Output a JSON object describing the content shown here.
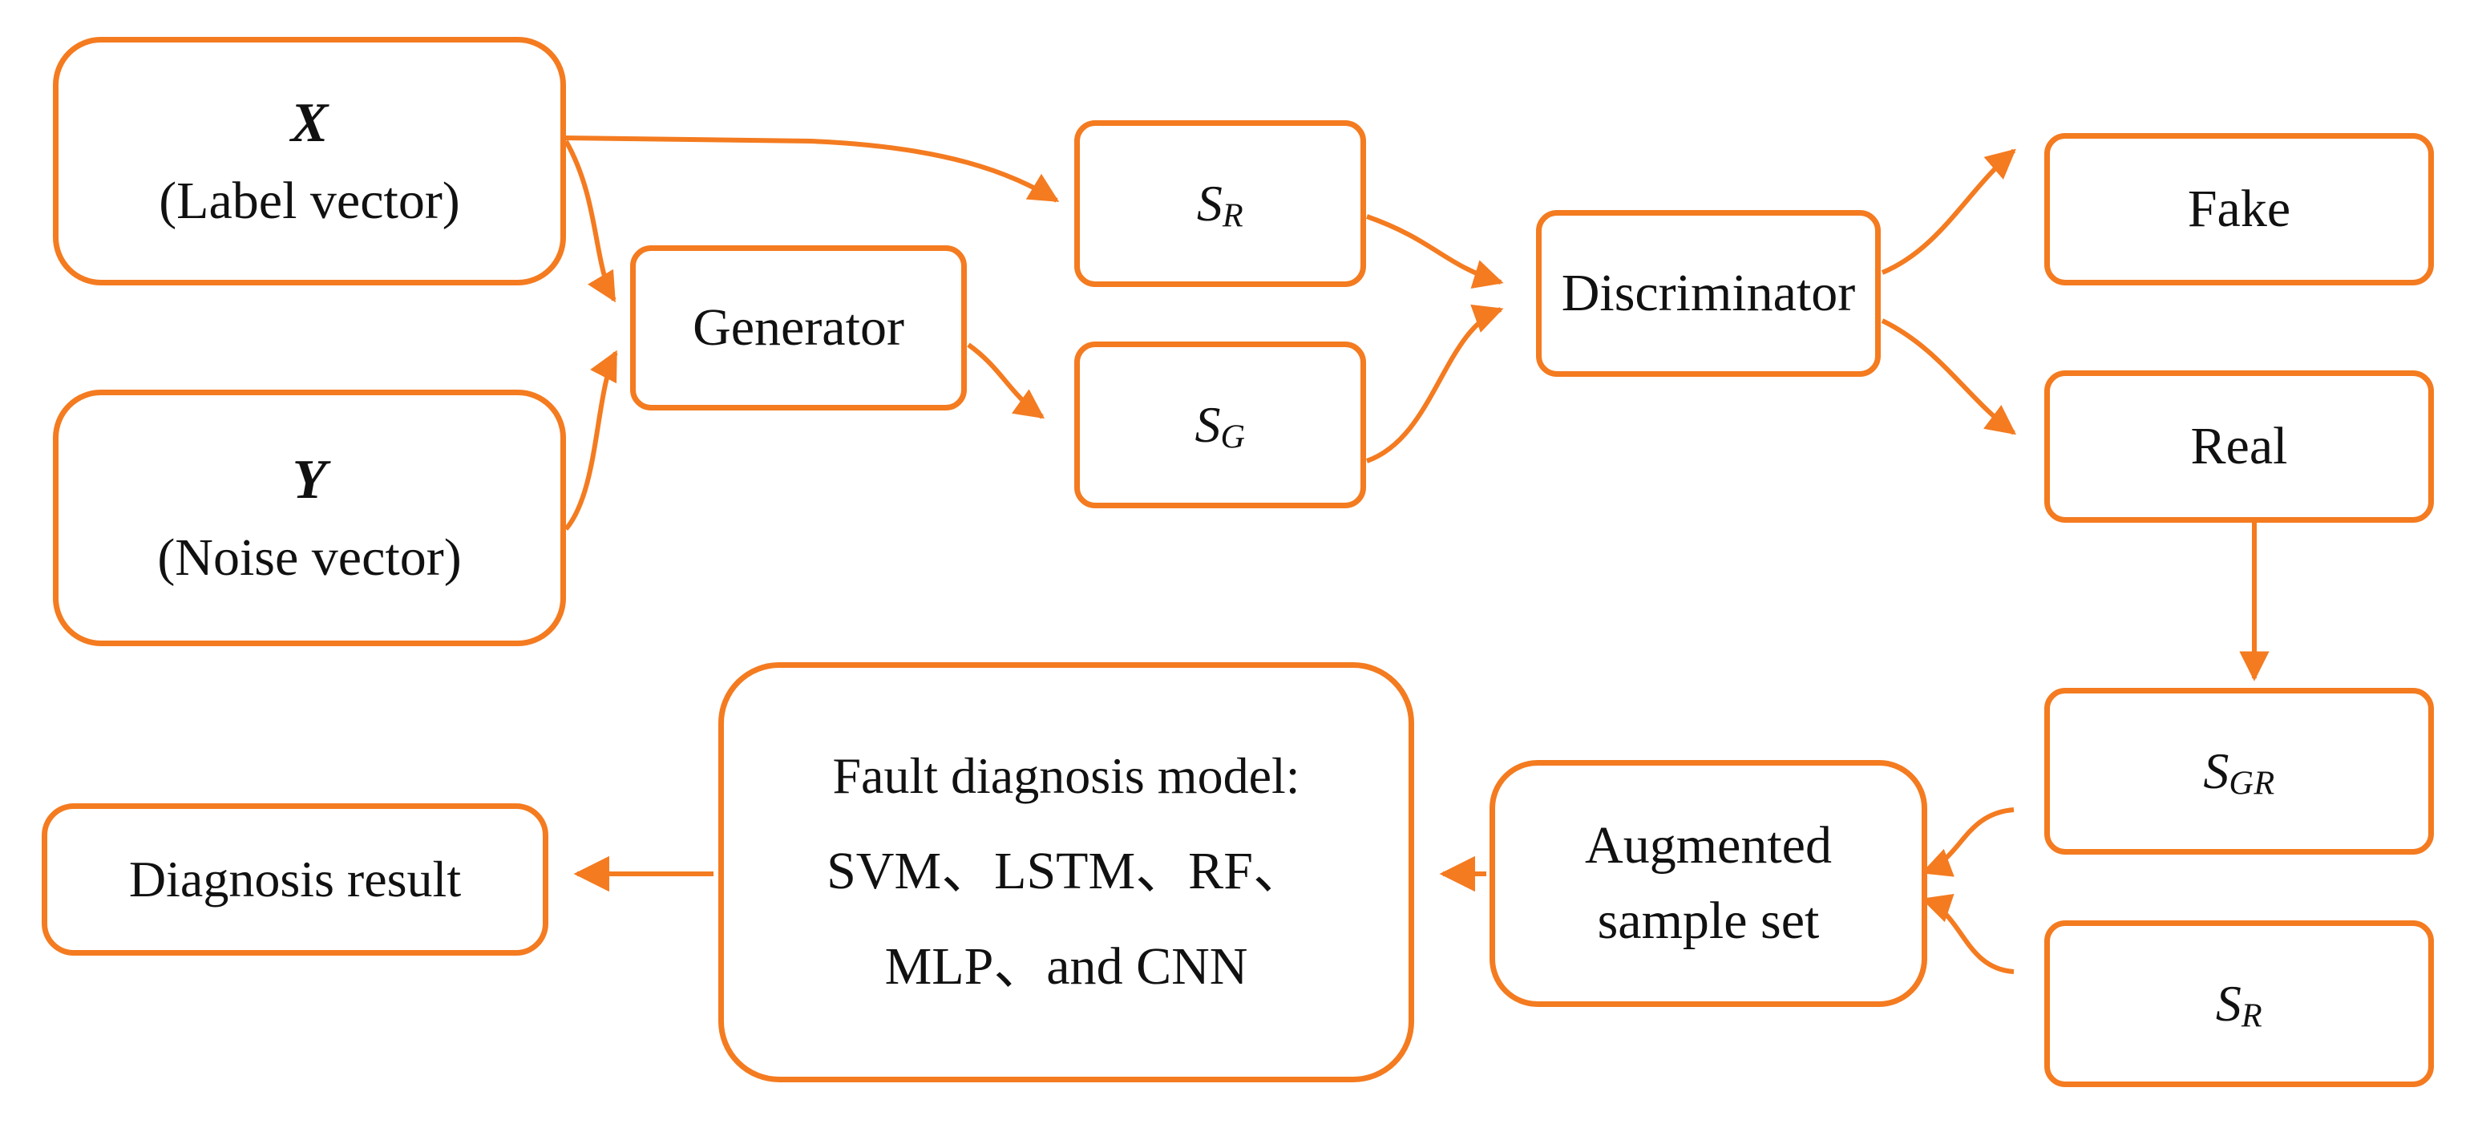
{
  "diagram": {
    "title": "GAN-based data augmentation and fault diagnosis flowchart",
    "accent_color": "#F47B20",
    "text_color": "#111111",
    "background_color": "#FFFFFF",
    "nodes": {
      "label_vector": {
        "symbol": "X",
        "description": "(Label vector)"
      },
      "noise_vector": {
        "symbol": "Y",
        "description": "(Noise vector)"
      },
      "generator": {
        "label": "Generator"
      },
      "s_r_top": {
        "symbol": "S",
        "subscript": "R"
      },
      "s_g": {
        "symbol": "S",
        "subscript": "G"
      },
      "discriminator": {
        "label": "Discriminator"
      },
      "fake": {
        "label": "Fake"
      },
      "real": {
        "label": "Real"
      },
      "s_gr": {
        "symbol": "S",
        "subscript": "GR"
      },
      "s_r_bottom": {
        "symbol": "S",
        "subscript": "R"
      },
      "augmented_sample_set": {
        "line1": "Augmented",
        "line2": "sample set"
      },
      "fault_diagnosis_model": {
        "line1": "Fault diagnosis model:",
        "line2": "SVM、LSTM、RF、",
        "line3": "MLP、and CNN"
      },
      "diagnosis_result": {
        "label": "Diagnosis result"
      }
    },
    "edges": [
      {
        "from": "label_vector",
        "to": "s_r_top"
      },
      {
        "from": "label_vector",
        "to": "generator"
      },
      {
        "from": "noise_vector",
        "to": "generator"
      },
      {
        "from": "generator",
        "to": "s_g"
      },
      {
        "from": "s_r_top",
        "to": "discriminator"
      },
      {
        "from": "s_g",
        "to": "discriminator"
      },
      {
        "from": "discriminator",
        "to": "fake"
      },
      {
        "from": "discriminator",
        "to": "real"
      },
      {
        "from": "real",
        "to": "s_gr"
      },
      {
        "from": "s_gr",
        "to": "augmented_sample_set"
      },
      {
        "from": "s_r_bottom",
        "to": "augmented_sample_set"
      },
      {
        "from": "augmented_sample_set",
        "to": "fault_diagnosis_model"
      },
      {
        "from": "fault_diagnosis_model",
        "to": "diagnosis_result"
      }
    ]
  }
}
